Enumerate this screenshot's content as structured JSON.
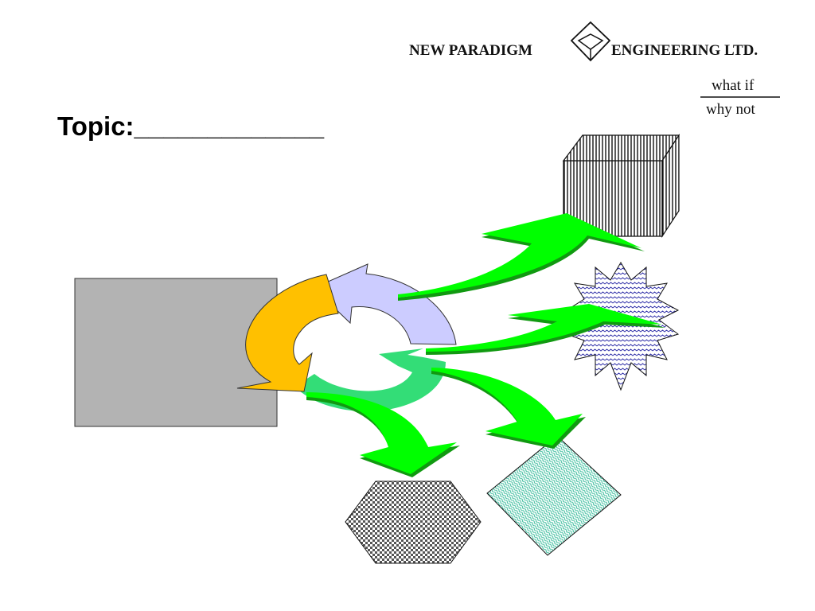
{
  "logo": {
    "company_left": "NEW PARADIGM",
    "company_right": "ENGINEERING LTD.",
    "tagline_top": "what if",
    "tagline_bottom": "why not"
  },
  "topic": {
    "label": "Topic:_____________"
  },
  "colors": {
    "background": "#ffffff",
    "source_box": "#b3b3b3",
    "cycle_orange": "#ffc000",
    "cycle_lavender": "#ccccff",
    "cycle_green": "#33dd77",
    "arrow_green": "#00ff00",
    "arrow_shadow": "#119911",
    "diamond_teal": "#33bb99",
    "starburst_blue": "#3333aa"
  }
}
